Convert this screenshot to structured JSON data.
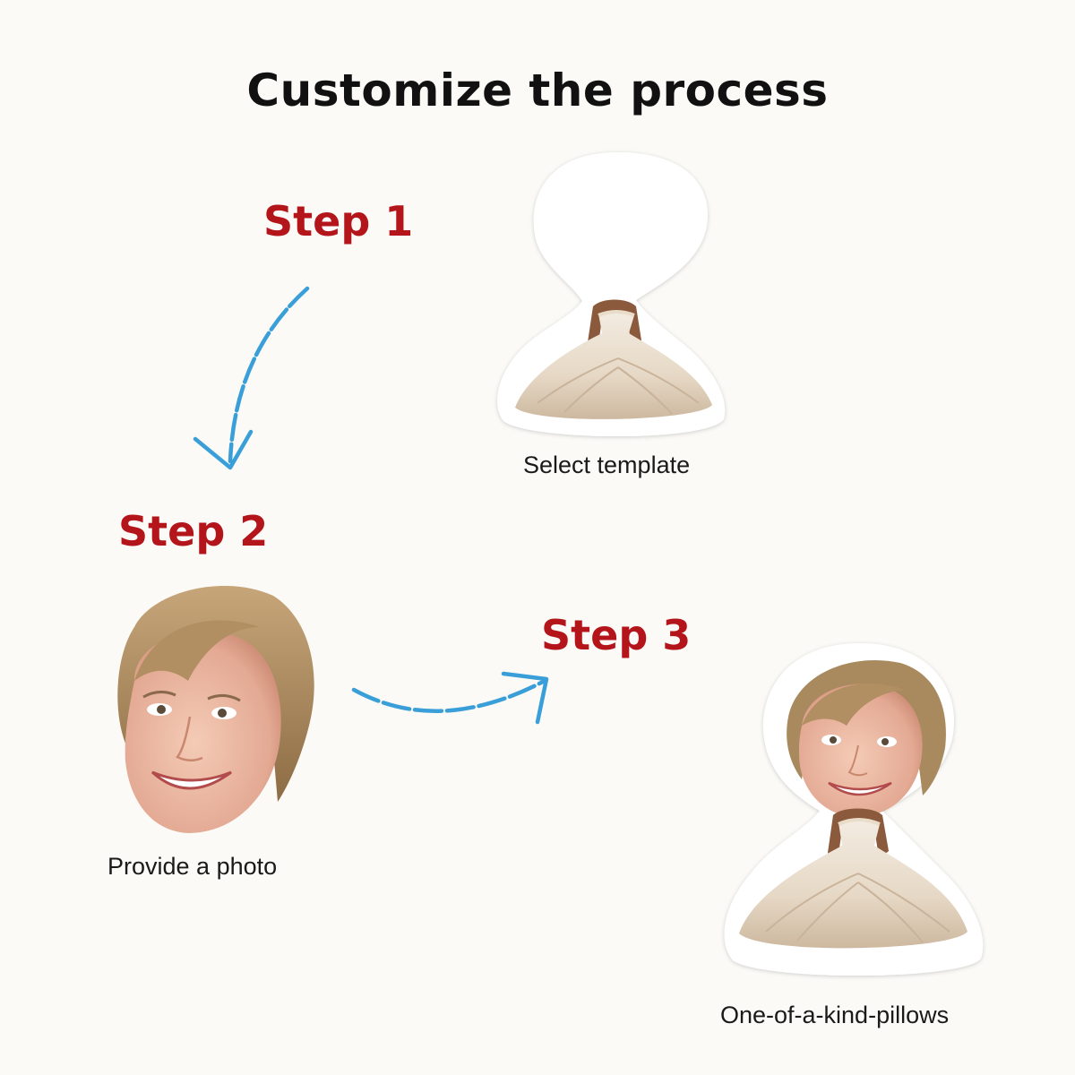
{
  "title": "Customize the process",
  "steps": [
    {
      "label": "Step 1",
      "caption": "Select template"
    },
    {
      "label": "Step 2",
      "caption": "Provide a photo"
    },
    {
      "label": "Step 3",
      "caption": "One-of-a-kind-pillows"
    }
  ],
  "colors": {
    "step_text": "#b4151b",
    "arrow": "#3a9fd8",
    "background": "#fbfaf7"
  },
  "icons": [
    "template-pillow-icon",
    "face-photo-icon",
    "finished-pillow-icon",
    "curved-arrow-icon"
  ]
}
